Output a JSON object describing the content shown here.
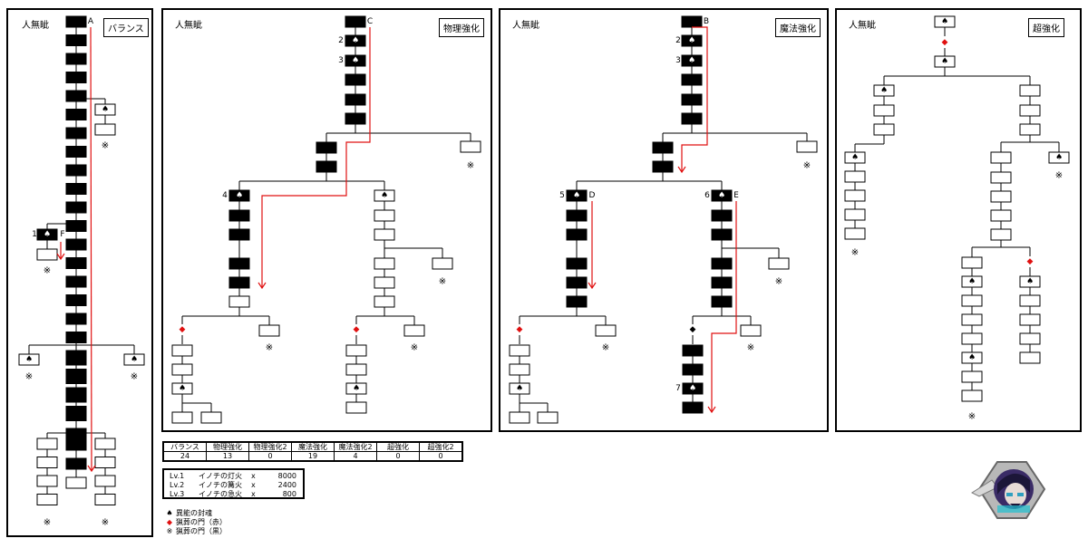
{
  "panels": [
    {
      "title": "人無眦",
      "tag": "バランス"
    },
    {
      "title": "人無眦",
      "tag": "物理強化"
    },
    {
      "title": "人無眦",
      "tag": "魔法強化"
    },
    {
      "title": "人無眦",
      "tag": "超強化"
    }
  ],
  "labels": {
    "A": "A",
    "B": "B",
    "C": "C",
    "D": "D",
    "E": "E",
    "F": "F",
    "n1": "1",
    "n2": "2",
    "n3": "3",
    "n4": "4",
    "n5": "5",
    "n6": "6",
    "n7": "7"
  },
  "symbols": {
    "spade": "♠",
    "diamond": "◆",
    "note": "※"
  },
  "colors": {
    "route": "#e01010",
    "filled": "#000000",
    "gate_red": "#e01010"
  },
  "stats": {
    "headers": [
      "バランス",
      "物理強化",
      "物理強化2",
      "魔法強化",
      "魔法強化2",
      "超強化",
      "超強化2"
    ],
    "values": [
      "24",
      "13",
      "0",
      "19",
      "4",
      "0",
      "0"
    ]
  },
  "rewards": [
    {
      "level": "Lv.1",
      "item": "イノチの灯火",
      "x": "x",
      "amount": "8000"
    },
    {
      "level": "Lv.2",
      "item": "イノチの篝火",
      "x": "x",
      "amount": "2400"
    },
    {
      "level": "Lv.3",
      "item": "イノチの急火",
      "x": "x",
      "amount": "800"
    }
  ],
  "legend": [
    {
      "icon": "♠",
      "text": "異能の封魂",
      "color": "#000000"
    },
    {
      "icon": "◆",
      "text": "猟葬の門（赤）",
      "color": "#e01010"
    },
    {
      "icon": "※",
      "text": "猟葬の門（黒）",
      "color": "#000000"
    }
  ]
}
